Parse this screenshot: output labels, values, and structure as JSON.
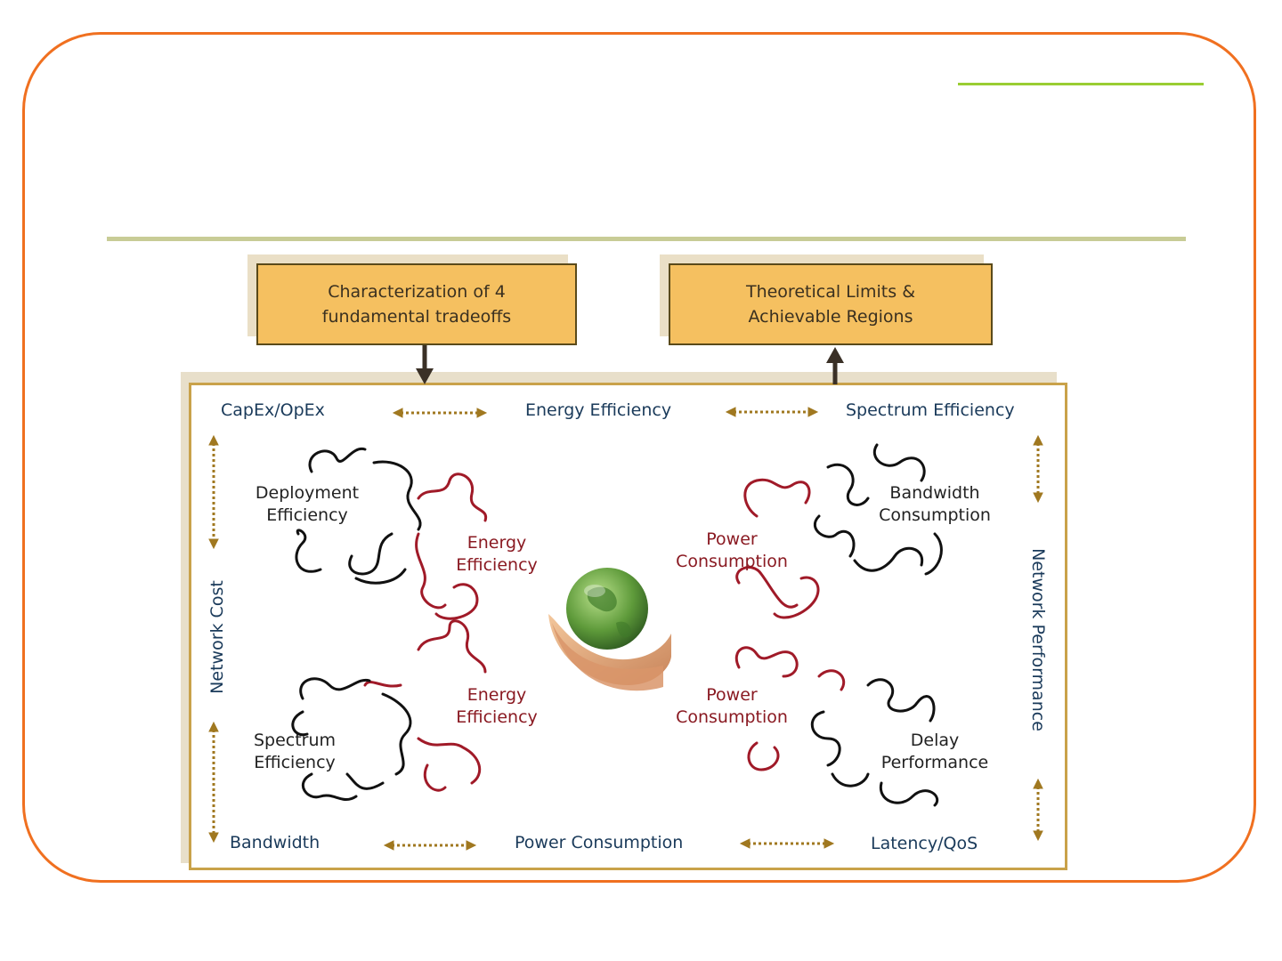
{
  "colors": {
    "frame": "#f07020",
    "accent_line": "#9acd32",
    "title_rule": "#c8cc96",
    "box_fill": "#f5c060",
    "box_border": "#5a4a1a",
    "panel_border": "#c9a24a",
    "navy_text": "#1a3a5a",
    "red_text": "#8a1a22",
    "arrow_dots": "#a07820"
  },
  "top_boxes": {
    "left_line1": "Characterization of 4",
    "left_line2": "fundamental tradeoffs",
    "right_line1": "Theoretical Limits &",
    "right_line2": "Achievable Regions"
  },
  "corners": {
    "capex": "CapEx/OpEx",
    "energy_efficiency": "Energy Efficiency",
    "spectrum_efficiency": "Spectrum Efficiency",
    "bandwidth": "Bandwidth",
    "power_consumption": "Power Consumption",
    "latency": "Latency/QoS"
  },
  "sides": {
    "left": "Network Cost",
    "right": "Network Performance"
  },
  "gears": {
    "tl_dark_1": "Deployment",
    "tl_dark_2": "Efficiency",
    "tl_red_1": "Energy",
    "tl_red_2": "Efficiency",
    "bl_dark_1": "Spectrum",
    "bl_dark_2": "Efficiency",
    "bl_red_1": "Energy",
    "bl_red_2": "Efficiency",
    "tr_red_1": "Power",
    "tr_red_2": "Consumption",
    "tr_dark_1": "Bandwidth",
    "tr_dark_2": "Consumption",
    "br_red_1": "Power",
    "br_red_2": "Consumption",
    "br_dark_1": "Delay",
    "br_dark_2": "Performance"
  },
  "center_image": "globe-in-hands-icon"
}
